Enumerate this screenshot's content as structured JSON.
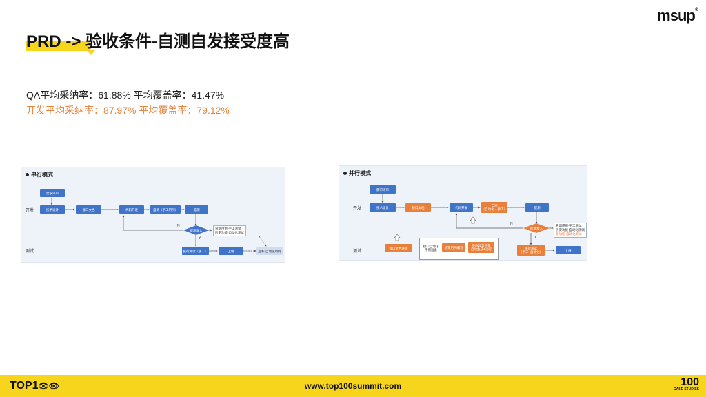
{
  "header": {
    "title": "PRD -> 验收条件-自测自发接受度高",
    "logo_text": "msup",
    "logo_mark": "®"
  },
  "stats": {
    "qa_line": "QA平均采纳率：61.88%  平均覆盖率：41.47%",
    "dev_line": "开发平均采纳率：87.97% 平均覆盖率：79.12%"
  },
  "serial": {
    "title": "串行模式",
    "lane_dev": "开发",
    "lane_test": "测试",
    "nodes": {
      "req": "需求评审",
      "design": "技术设计",
      "api_doc": "接口文档",
      "code": "代码开发",
      "selftest": "自测（手工用例）",
      "submit": "提测",
      "gate": "提测准入",
      "exec": "执行测试（手工）",
      "release": "上线",
      "regress": "后补·自动化用例"
    },
    "note_line1": "冒烟用例-手工测试",
    "note_line2": "历史功能-自动化测试",
    "n_label": "N",
    "y_label": "Y"
  },
  "parallel": {
    "title": "并行模式",
    "lane_dev": "开发",
    "lane_test": "测试",
    "nodes": {
      "req": "需求评审",
      "design": "技术设计",
      "api_doc": "接口文档",
      "code": "代码开发",
      "selftest_1": "自测",
      "selftest_2": "（自动化 + 手工）",
      "submit": "提测",
      "gate": "提测准入",
      "exec_1": "执行测试",
      "exec_2": "（手工+自动化）",
      "release": "上线",
      "api_review": "接口文档评审",
      "auto_prep_1": "接口自动化",
      "auto_prep_2": "用例准备",
      "scene_case": "场景用例编写",
      "param_1": "参数异常场景",
      "param_2": "自动生成&运行"
    },
    "note_line1": "冒烟用例-手工测试",
    "note_line2": "历史功能-自动化测试",
    "note_line3": "新功能-自动化测试",
    "n_label": "N",
    "y_label": "Y"
  },
  "footer": {
    "brand": "TOP1",
    "brand_icons": "👁👁",
    "url": "www.top100summit.com",
    "hundred": "100",
    "case_studies": "CASE STUDIES"
  },
  "colors": {
    "accent_yellow": "#f7d51d",
    "node_blue": "#3f74c9",
    "node_orange": "#e9803a",
    "dev_stat_orange": "#e8843c"
  }
}
